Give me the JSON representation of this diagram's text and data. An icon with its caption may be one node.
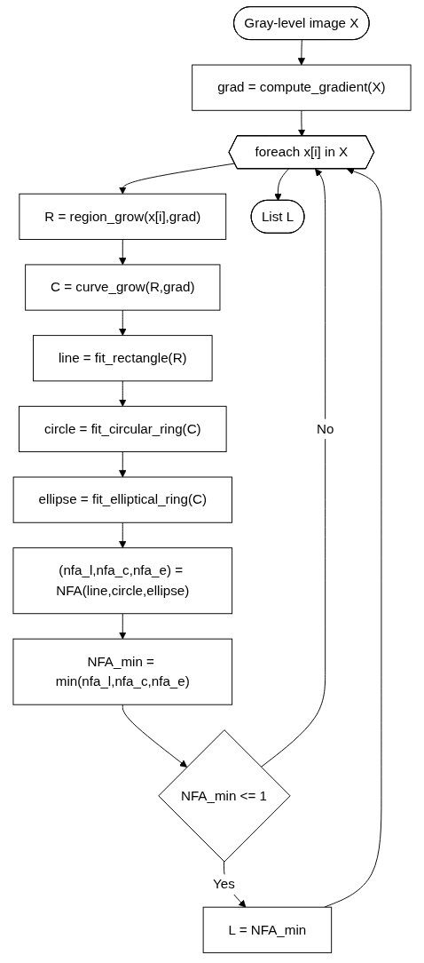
{
  "diagram": {
    "nodes": [
      {
        "text": [
          "Gray-level image X"
        ]
      },
      {
        "text": [
          "grad = compute_gradient(X)"
        ]
      },
      {
        "text": [
          "foreach x[i] in X"
        ]
      },
      {
        "text": [
          "R = region_grow(x[i],grad)"
        ]
      },
      {
        "text": [
          "C = curve_grow(R,grad)"
        ]
      },
      {
        "text": [
          "line = fit_rectangle(R)"
        ]
      },
      {
        "text": [
          "circle = fit_circular_ring(C)"
        ]
      },
      {
        "text": [
          "ellipse = fit_elliptical_ring(C)"
        ]
      },
      {
        "text": [
          "(nfa_l,nfa_c,nfa_e) = NFA(line,circle,ellipse)"
        ]
      },
      {
        "text": [
          "NFA_min = min(nfa_l,nfa_c,nfa_e)"
        ]
      },
      {
        "text": [
          "NFA_min <= 1"
        ]
      },
      {
        "text": [
          "L = NFA_min"
        ]
      },
      {
        "text": [
          "List L"
        ]
      }
    ],
    "edges": [
      {
        "from": 0,
        "to": 1,
        "arrow": "to"
      },
      {
        "from": 1,
        "to": 2,
        "arrow": "to"
      },
      {
        "from": 2,
        "to": 3,
        "arrow": "to"
      },
      {
        "from": 3,
        "to": 4,
        "arrow": "to"
      },
      {
        "from": 4,
        "to": 5,
        "arrow": "to"
      },
      {
        "from": 5,
        "to": 6,
        "arrow": "to"
      },
      {
        "from": 6,
        "to": 7,
        "arrow": "to"
      },
      {
        "from": 7,
        "to": 8,
        "arrow": "to"
      },
      {
        "from": 8,
        "to": 9,
        "arrow": "to"
      },
      {
        "from": 9,
        "to": 10,
        "arrow": "to"
      },
      {
        "from": 10,
        "to": 11,
        "arrow": "to",
        "label": "Yes"
      },
      {
        "from": 10,
        "to": 2,
        "arrow": "to",
        "label": "No"
      },
      {
        "from": 11,
        "to": 2,
        "arrow": "to"
      },
      {
        "from": 2,
        "to": 12,
        "arrow": "to"
      }
    ]
  }
}
